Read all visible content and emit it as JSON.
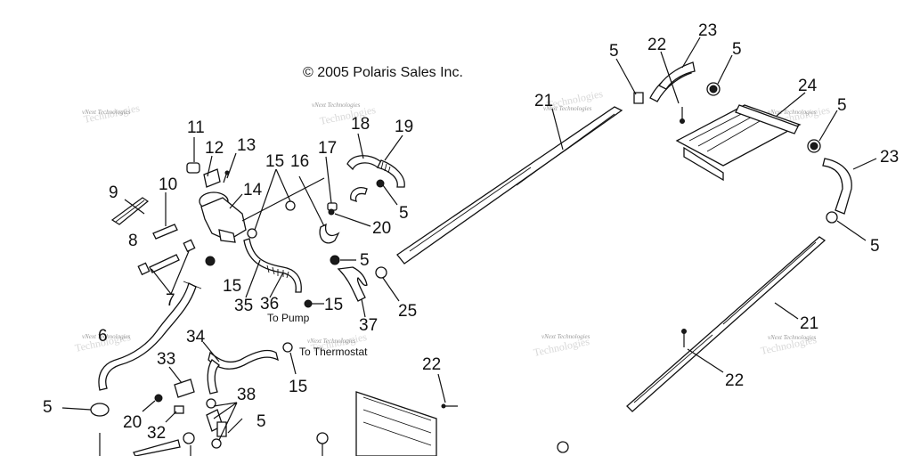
{
  "copyright": "© 2005 Polaris Sales Inc.",
  "watermark": {
    "line1": "vNext Technologies",
    "line2": "Technologies"
  },
  "callouts": {
    "to_pump": "To Pump",
    "to_thermostat": "To Thermostat"
  },
  "part_numbers": {
    "n5_a": "5",
    "n22_a": "22",
    "n23_a": "23",
    "n5_b": "5",
    "n21_a": "21",
    "n24": "24",
    "n5_c": "5",
    "n23_b": "23",
    "n5_d": "5",
    "n11": "11",
    "n12": "12",
    "n13": "13",
    "n9": "9",
    "n10": "10",
    "n14": "14",
    "n15_a": "15",
    "n16": "16",
    "n17": "17",
    "n18": "18",
    "n19": "19",
    "n5_e": "5",
    "n20_a": "20",
    "n8": "8",
    "n7": "7",
    "n15_b": "15",
    "n35": "35",
    "n36": "36",
    "n15_c": "15",
    "n5_f": "5",
    "n25": "25",
    "n37": "37",
    "n6": "6",
    "n34": "34",
    "n33": "33",
    "n15_d": "15",
    "n22_b": "22",
    "n21_b": "21",
    "n22_c": "22",
    "n5_g": "5",
    "n20_b": "20",
    "n32": "32",
    "n38": "38",
    "n5_h": "5"
  }
}
